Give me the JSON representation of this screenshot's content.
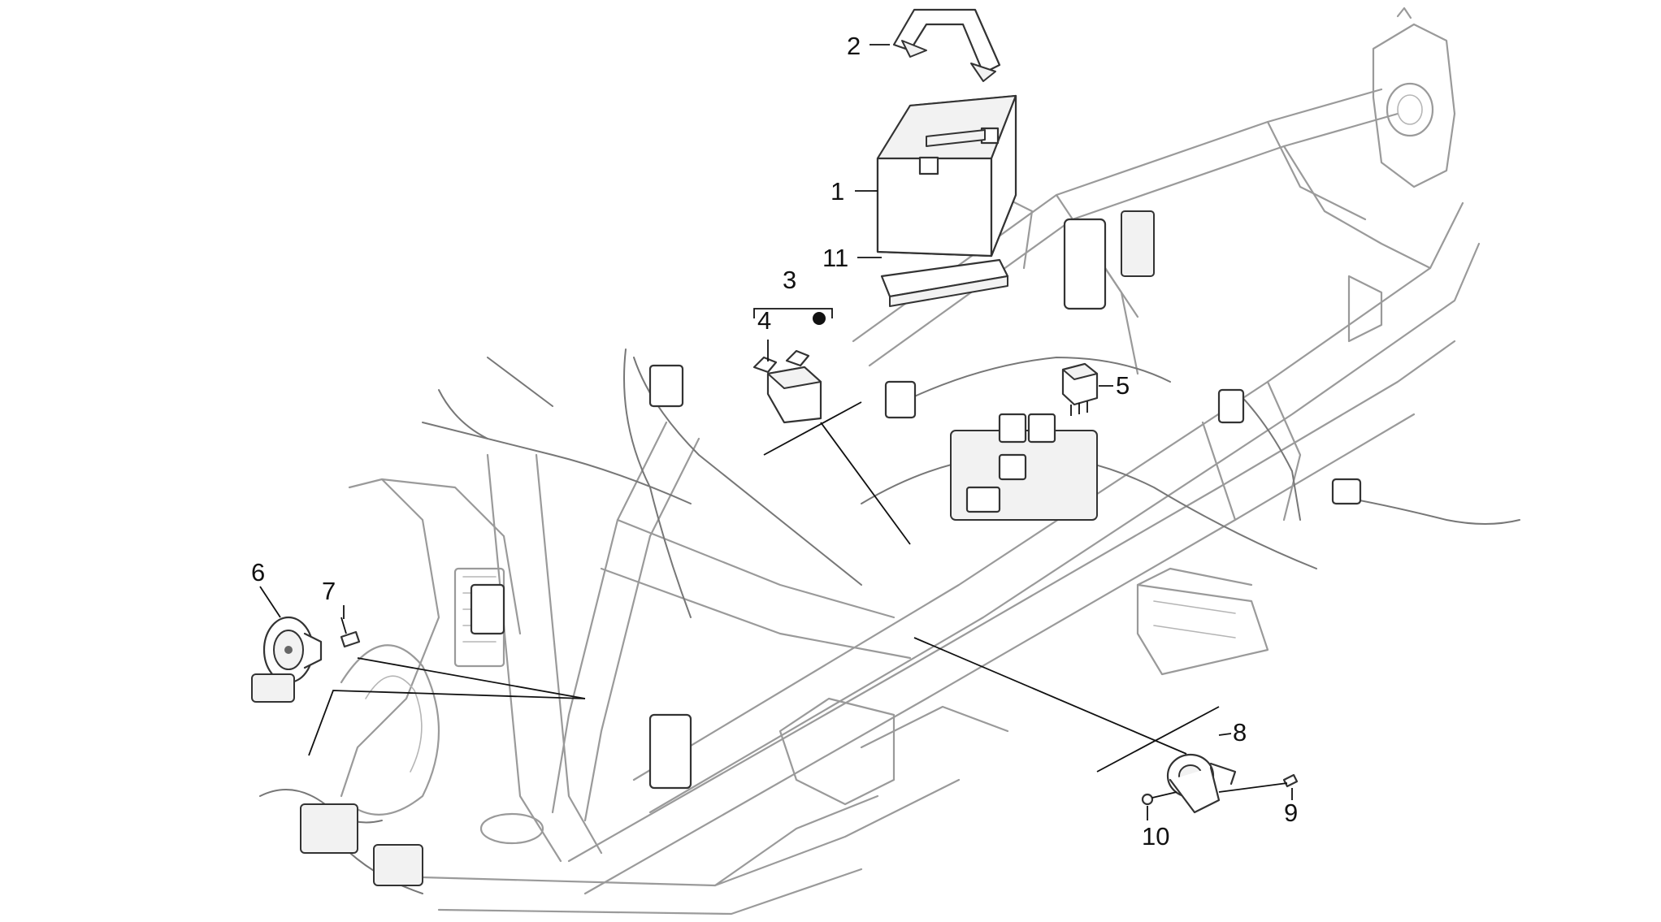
{
  "diagram": {
    "callouts": [
      {
        "id": "1",
        "text": "1"
      },
      {
        "id": "2",
        "text": "2"
      },
      {
        "id": "3",
        "text": "3"
      },
      {
        "id": "4",
        "text": "4"
      },
      {
        "id": "5",
        "text": "5"
      },
      {
        "id": "6",
        "text": "6"
      },
      {
        "id": "7",
        "text": "7"
      },
      {
        "id": "8",
        "text": "8"
      },
      {
        "id": "9",
        "text": "9"
      },
      {
        "id": "10",
        "text": "10"
      },
      {
        "id": "11",
        "text": "11"
      }
    ],
    "colors": {
      "background": "#ffffff",
      "frame_stroke": "#9a9a9a",
      "part_stroke": "#333333",
      "label": "#111111"
    }
  }
}
